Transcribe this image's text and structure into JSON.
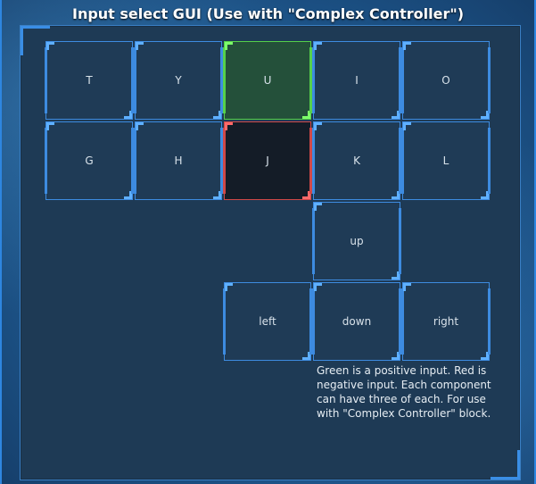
{
  "title": "Input select GUI (Use with \"Complex Controller\")",
  "keys": {
    "t": "T",
    "y": "Y",
    "u": "U",
    "i": "I",
    "o": "O",
    "g": "G",
    "h": "H",
    "j": "J",
    "k": "K",
    "l": "L",
    "up": "up",
    "left": "left",
    "down": "down",
    "right": "right"
  },
  "states": {
    "u": "positive",
    "j": "negative"
  },
  "colors": {
    "positive": "#56d04a",
    "negative": "#d04848",
    "accent": "#3d8be0"
  },
  "note": "Green is a positive input. Red is negative input. Each component can have three of each. For use with \"Complex Controller\" block."
}
